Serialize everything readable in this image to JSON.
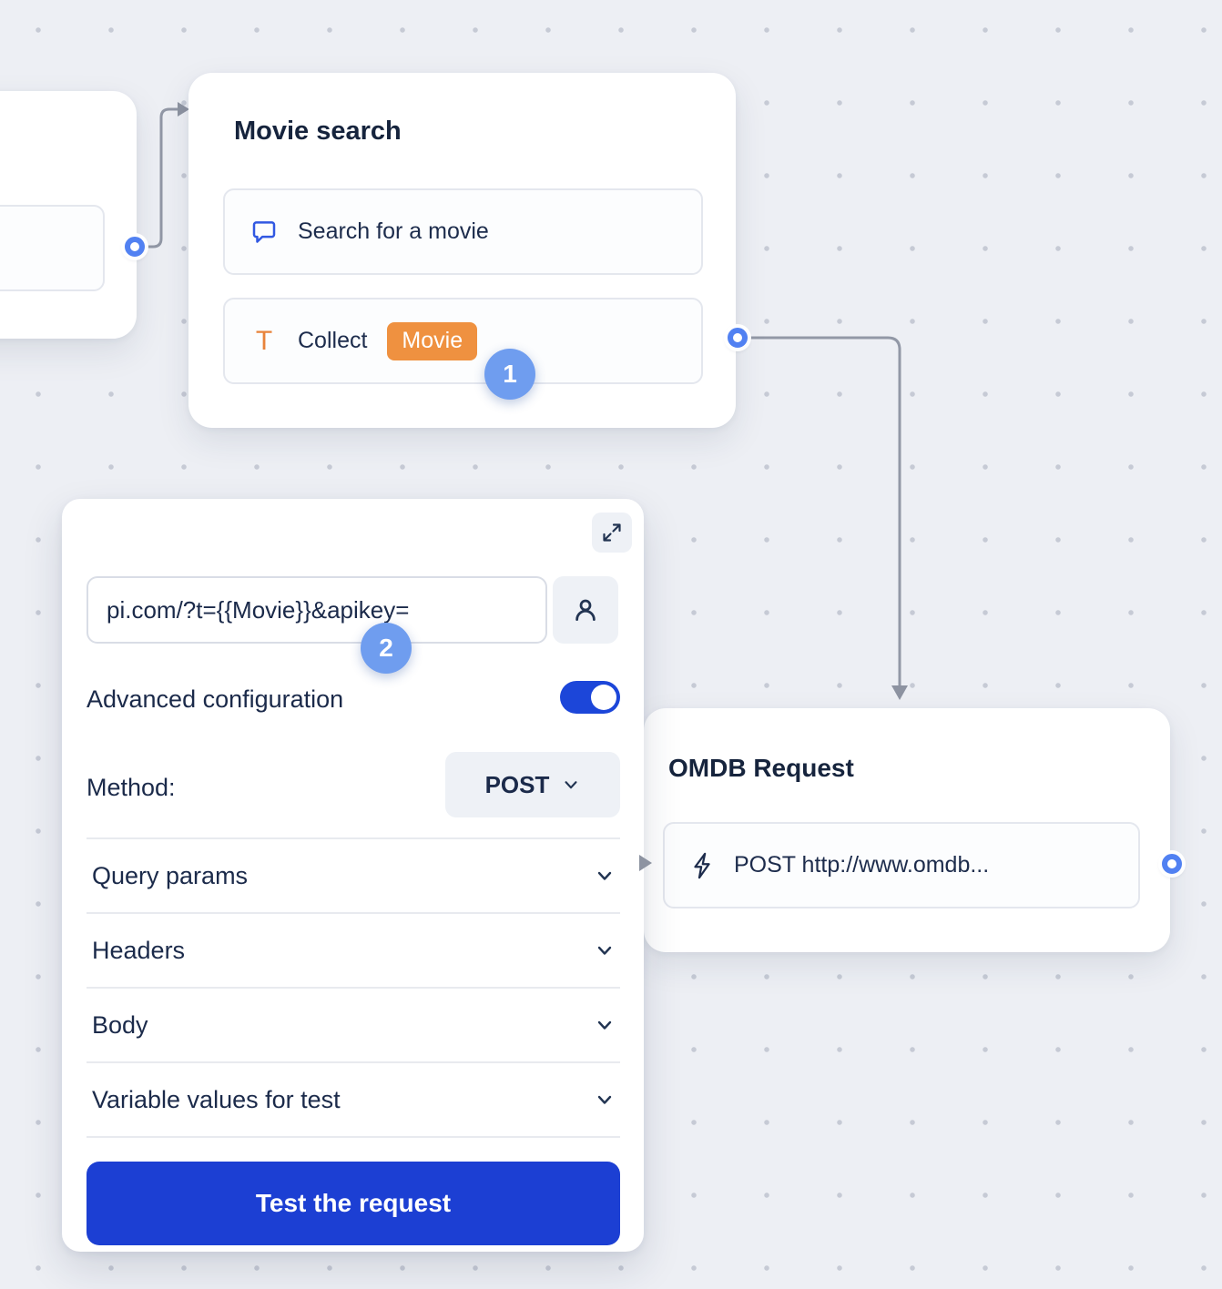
{
  "annotations": {
    "step1": "1",
    "step2": "2"
  },
  "movie_node": {
    "title": "Movie search",
    "row1_label": "Search for a movie",
    "row2_label": "Collect",
    "row2_badge": "Movie"
  },
  "config_panel": {
    "url_value": "pi.com/?t={{Movie}}&apikey=",
    "advanced_label": "Advanced configuration",
    "method_label": "Method:",
    "method_value": "POST",
    "sections": [
      {
        "label": "Query params"
      },
      {
        "label": "Headers"
      },
      {
        "label": "Body"
      },
      {
        "label": "Variable values for test"
      }
    ],
    "test_button_label": "Test the request"
  },
  "omdb_node": {
    "title": "OMDB Request",
    "row_label": "POST http://www.omdb..."
  },
  "icons": {
    "collect_glyph": "T"
  },
  "colors": {
    "accent_blue": "#1c3fd3",
    "toggle_blue": "#1c46d9",
    "badge_blue": "#6f9def",
    "orange": "#ef9140",
    "navy": "#1c2b4c",
    "line_gray": "#9298a6",
    "port_blue": "#5181f2"
  }
}
